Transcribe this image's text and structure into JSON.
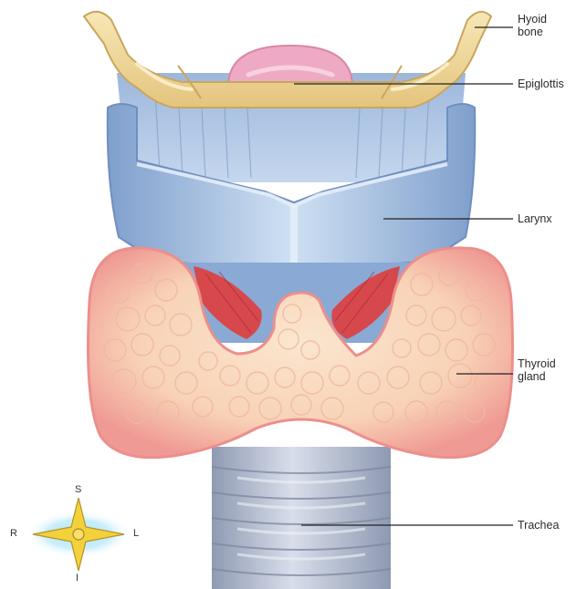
{
  "labels": {
    "hyoid": "Hyoid\nbone",
    "epiglottis": "Epiglottis",
    "larynx": "Larynx",
    "thyroid": "Thyroid\ngland",
    "trachea": "Trachea"
  },
  "compass": {
    "superior": "S",
    "inferior": "I",
    "right": "R",
    "left": "L"
  },
  "colors": {
    "bone": "#f0dba0",
    "cartilage": "#a9c6e6",
    "thyroid": "#f7c7a8",
    "thyroid_rim": "#ee8d8a",
    "muscle": "#d6484b",
    "trachea": "#b9c3d6",
    "epiglottis": "#eeaac4",
    "compass_star": "#f3d13a",
    "compass_glow": "#7fd3f2"
  }
}
